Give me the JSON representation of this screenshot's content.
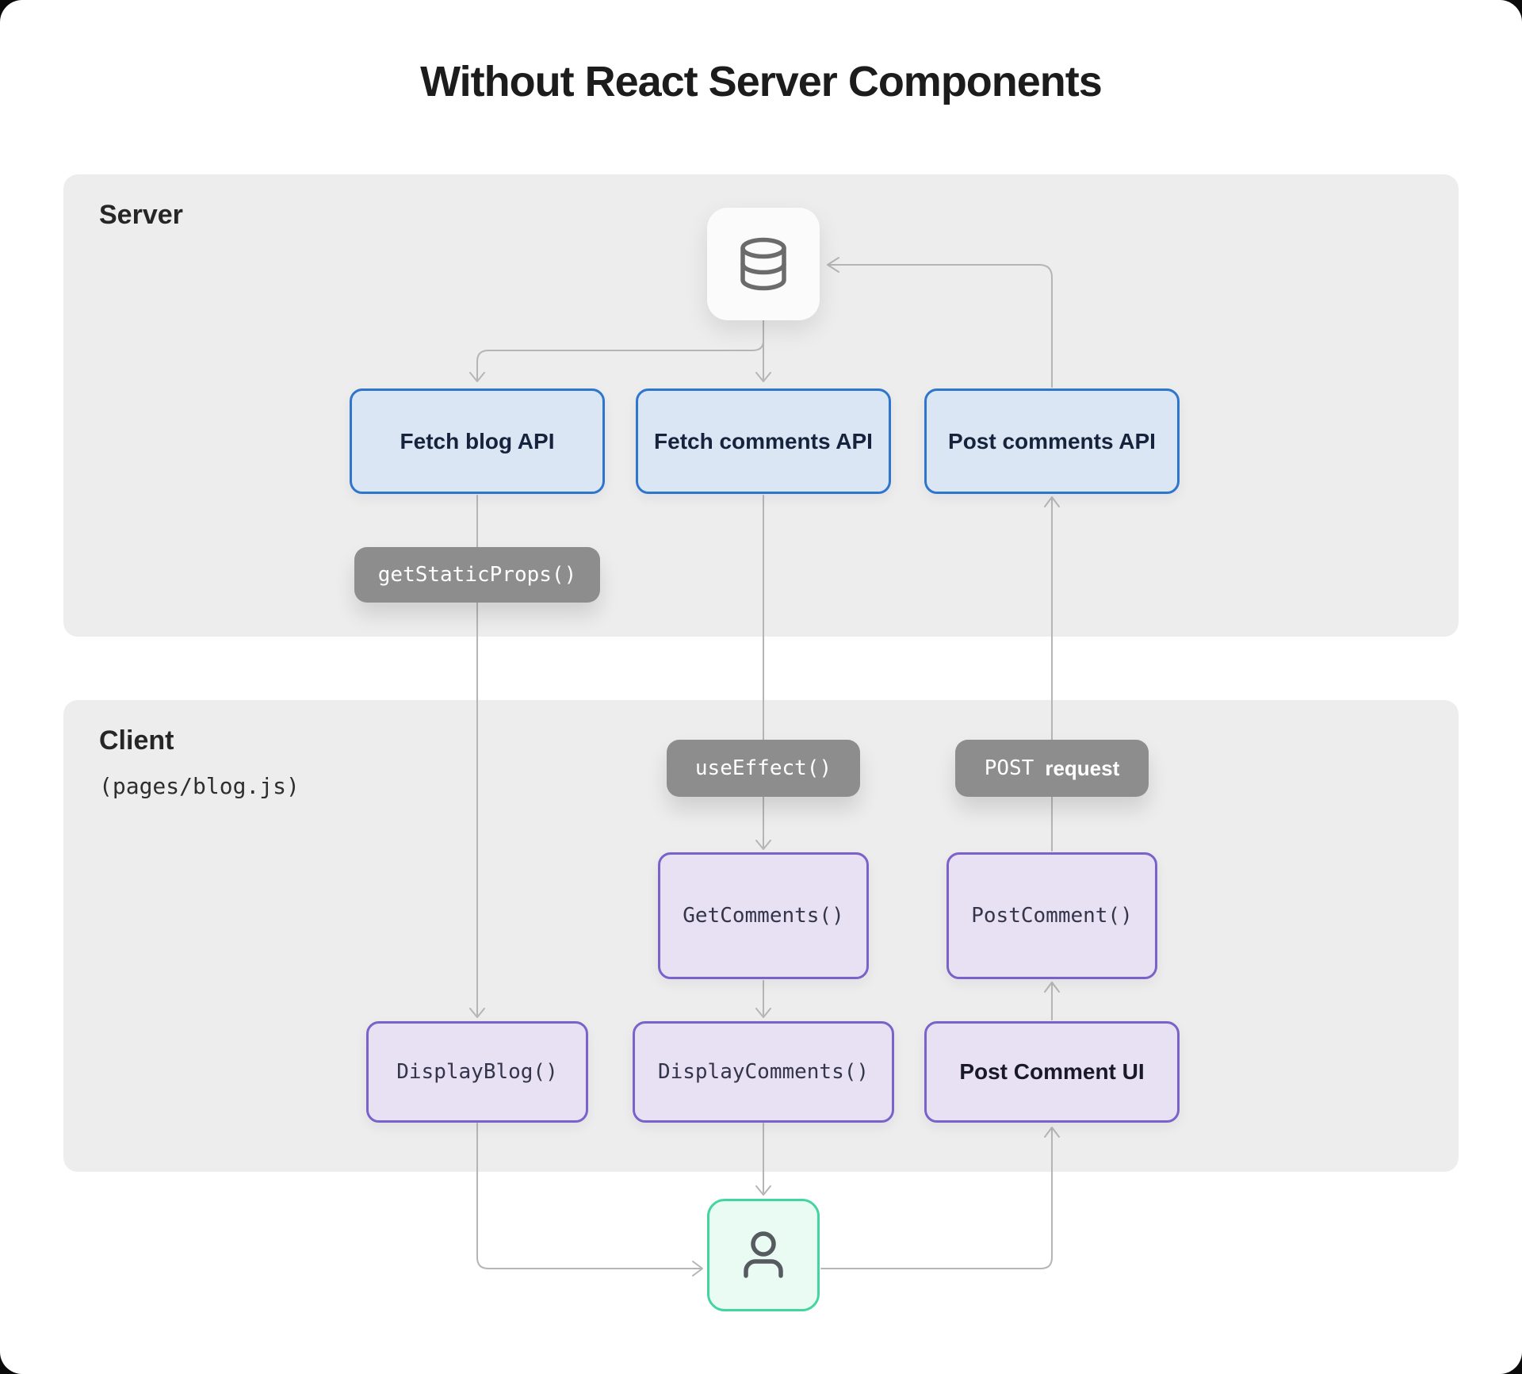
{
  "title": "Without React Server Components",
  "server": {
    "label": "Server",
    "database_icon": "database-icon",
    "boxes": [
      {
        "label": "Fetch blog API"
      },
      {
        "label": "Fetch comments API"
      },
      {
        "label": "Post comments API"
      }
    ],
    "pill": {
      "label": "getStaticProps()"
    }
  },
  "client": {
    "label": "Client",
    "sublabel": "(pages/blog.js)",
    "pills": {
      "use_effect": {
        "label": "useEffect()"
      },
      "post_request": {
        "mono": "POST",
        "bold": "request"
      }
    },
    "hooks": [
      {
        "label": "GetComments()"
      },
      {
        "label": "PostComment()"
      }
    ],
    "components": [
      {
        "label": "DisplayBlog()"
      },
      {
        "label": "DisplayComments()"
      },
      {
        "label": "Post Comment UI"
      }
    ]
  },
  "user": {
    "icon": "user-icon"
  },
  "edges": [
    {
      "from": "Database",
      "to": "Fetch blog API"
    },
    {
      "from": "Database",
      "to": "Fetch comments API"
    },
    {
      "from": "Post comments API",
      "to": "Database"
    },
    {
      "from": "Fetch blog API",
      "to": "DisplayBlog()",
      "via": "getStaticProps()"
    },
    {
      "from": "Fetch comments API",
      "to": "GetComments()",
      "via": "useEffect()"
    },
    {
      "from": "GetComments()",
      "to": "DisplayComments()"
    },
    {
      "from": "DisplayComments()",
      "to": "User"
    },
    {
      "from": "DisplayBlog()",
      "to": "User"
    },
    {
      "from": "User",
      "to": "Post Comment UI"
    },
    {
      "from": "Post Comment UI",
      "to": "PostComment()"
    },
    {
      "from": "PostComment()",
      "to": "Post comments API",
      "via": "POST request"
    }
  ],
  "colors": {
    "accent_blue": "#2e75cc",
    "blue_fill": "#dbe6f4",
    "accent_purple": "#7a62c9",
    "purple_fill": "#e7e1f3",
    "accent_green": "#42d5a0",
    "green_fill": "#eafbf4",
    "pill_gray": "#8d8d8d",
    "line_gray": "#b5b5b5",
    "panel_gray": "#ededed"
  }
}
